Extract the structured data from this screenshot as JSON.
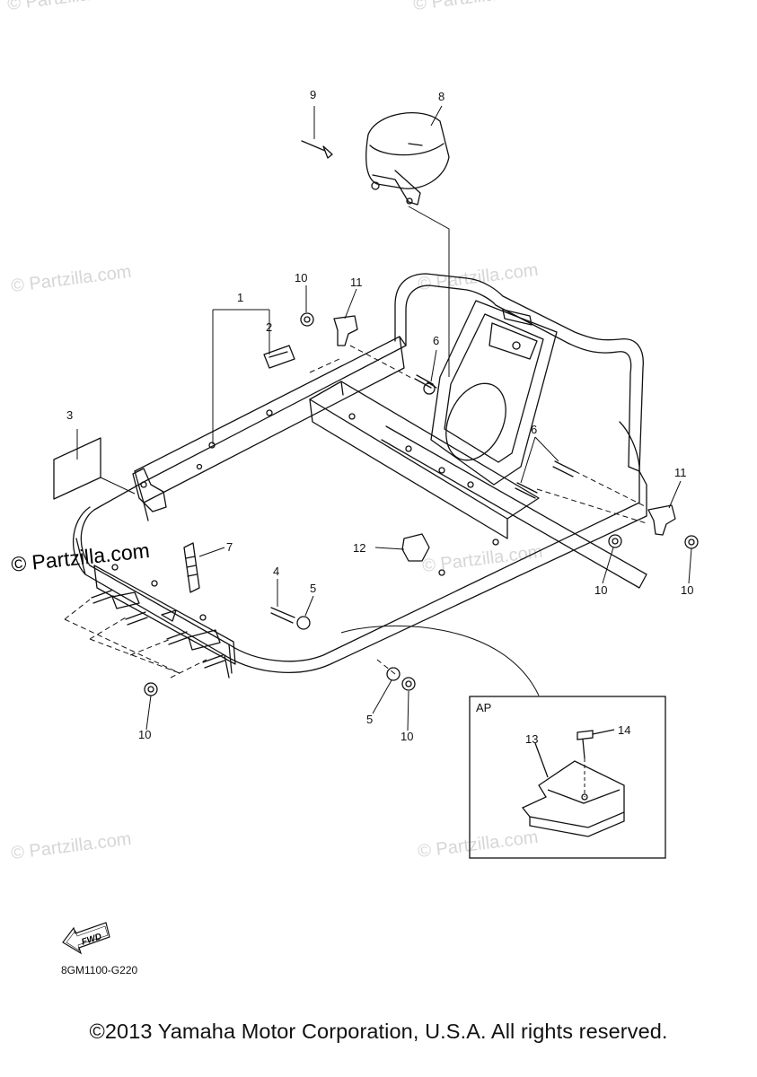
{
  "watermark": {
    "text": "© Partzilla.com"
  },
  "diagram": {
    "code": "8GM1100-G220",
    "detail_box_label": "AP",
    "fwd_label": "FWD",
    "callouts": {
      "c1": "1",
      "c2": "2",
      "c3": "3",
      "c4": "4",
      "c5a": "5",
      "c5b": "5",
      "c6a": "6",
      "c6b": "6",
      "c7": "7",
      "c8": "8",
      "c9": "9",
      "c10a": "10",
      "c10b": "10",
      "c10c": "10",
      "c10d": "10",
      "c10e": "10",
      "c11a": "11",
      "c11b": "11",
      "c12": "12",
      "c13": "13",
      "c14": "14"
    }
  },
  "footer": {
    "copyright": "©2013 Yamaha Motor Corporation, U.S.A. All rights reserved."
  }
}
